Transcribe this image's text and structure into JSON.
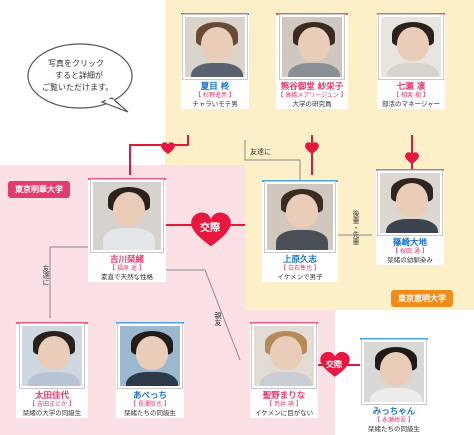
{
  "info_bubble": {
    "line1": "写真をクリック",
    "line2": "すると詳細が",
    "line3": "ご覧いただけます。"
  },
  "zones": {
    "pink_label": "東京明華大学",
    "blue_label": "東京恵明大学",
    "pink_color": "#fbe1e6",
    "yellow_color": "#fdf0c8",
    "label_pink_bg": "#e23b6e",
    "label_blue_bg": "#f08c1a"
  },
  "characters": {
    "natsume": {
      "name": "夏目 柊",
      "actor": "【 杉野遥亮 】",
      "desc": "チャラいモテ男"
    },
    "kumagai": {
      "name": "熊谷御堂 紗栄子",
      "actor": "【 高橋メアリージュン 】",
      "desc": "大学の研究員"
    },
    "nanase": {
      "name": "七瀬 凛",
      "actor": "【 相楽 樹 】",
      "desc": "部活のマネージャー"
    },
    "kamihara": {
      "name": "上原久志",
      "actor": "【 白石隼也 】",
      "desc": "イケメンで男子"
    },
    "shinose": {
      "name": "篠崎大地",
      "actor": "【 桜田 通 】",
      "desc": "栞緒の幼馴染み"
    },
    "yoshikawa": {
      "name": "吉川栞緒",
      "actor": "【 福原 遥 】",
      "desc": "素直で天然な性格"
    },
    "ota": {
      "name": "太田佳代",
      "actor": "【 吉田まどか 】",
      "desc": "栞緒の大学の同級生"
    },
    "abecchi": {
      "name": "あべっち",
      "actor": "【 長澤航也 】",
      "desc": "栞緒たちの同級生"
    },
    "hino": {
      "name": "聖野まりな",
      "actor": "【 荒井 萌 】",
      "desc": "イケメンに目がない"
    },
    "micchan": {
      "name": "みっちゃん",
      "actor": "【 永瀬柊吾 】",
      "desc": "栞緒たちの同級生"
    }
  },
  "relations": {
    "friend_top": "友達に",
    "senpai": "後輩・先輩",
    "dating": "交際",
    "friend_left": "友達に",
    "close_friend": "親友",
    "dating2": "交際"
  },
  "colors": {
    "line_red": "#e0183b",
    "line_gray": "#888888",
    "heart": "#e8173f",
    "name_blue": "#1a73c9"
  }
}
